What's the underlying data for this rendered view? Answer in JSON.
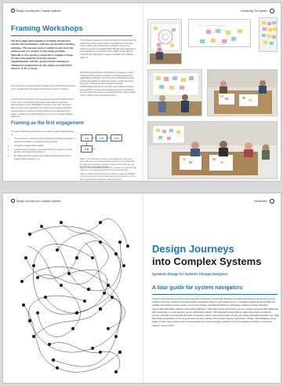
{
  "top_spread": {
    "left_page": {
      "header": "Design Journeys into Complex Systems",
      "title": "Framing Workshops",
      "intro_bold": "The first stage (and chapter) is Framing the System, and the first workshops, with any group will be framing activities. The sponsor team is invited to join from the earliest start of a project to the extent possible. Typically a core group is convened to engage a range of roles and expertise from the sponsor organization(s), and this group may be enlarged or changed in composition as the stages proceed (from about 5, to 15 or more).",
      "paragraph_1": "Less than team members should be aware of the methods as well as to return insights about the nature of the current system of interest.",
      "paragraph_2": "A primary aim for systemic change projects is to get the whole system in the room. In the earliest these allows advocates to determine representatives of the stakeholders who live in and with the system. Both: how the value categories as used in more engaged, insightful representations of systems and the situation being affected by the issues – whether emerald, limiting power or how, or possibly political influences.",
      "subheading": "Framing as the first engagement",
      "paragraph_3": "The goal of all framing workshops is to create a shared understanding of:",
      "bullets": [
        "The scope of the system of interest (boundary bounds and network of interactions between contextual boundary issues)",
        "The action involved (donor (deep)",
        "A shared map of contexts, and of the actors in the system to create arrivals, and change (first draft) and",
        "Emerging and new questions that might need priorities for system strategy (forms, theories, etc.)"
      ]
    },
    "right_column": {
      "paragraph_a": "The company increase the outcome from the chosen tools that enable the system project team to proceed to the next step. Some of these are formally (and in Stage 2) such as the mapping of actors and stakeholders that we see it will begin to more significant, in a structure rather added as the skill of a workshop day that appear research questions, the initiating stage (1).",
      "paragraph_b": "We share original framing workshops for engaging a project working include a series of sessions in between structured stakeholders and team. The core circle of participants define outputs that enable the workshop leader to guide and frame the group. Participants from the stage workshop collaboratively describe each of the system situation scopes, and establish a mutual understanding to ensure consistency, and the whole team begins to emerge from the project shared vision to build a set of bounded systems.",
      "diagram_boxes": [
        "1.a",
        "1.b",
        "2.a",
        "2.b"
      ],
      "caption_a": "Figure 4: An important to propose a secondary user; the system team with focused in it and remember sessions in, just stated that the team is an imperative, hierarchy models of that chain as move the reaching of one possible plans.",
      "caption_b": "Figure 5: As several parts, identified for a number or to the five cage reference, as a natural and project for a framed team that.",
      "caption_c": "Figure 6: Nevertheless observed the fieldwork, made as strategies on the structure as to open a clear system of expressions, so it is a kind of people that is involved in strategy planning."
    },
    "right_page": {
      "header": "Introducing The System"
    }
  },
  "bottom_spread": {
    "left_page": {
      "header": "Design Journeys into Complex Systems"
    },
    "right_page": {
      "header": "Introduction",
      "title_line1": "Design Journeys",
      "title_line2": "into Complex Systems",
      "subtitle": "Systemic Design for Systems Change Designers",
      "section_title": "A tour guide for system navigators",
      "paragraph": "Creative professionals are facing unprecedented complexity, increasingly affecting our impact and influence as the 21st century unfolds. Of course, designers are theoretically equipped to thrive in such chaotic times, to navigate creative solutions within the multiple intersecting complex issues of economic change, institutional (dis)trust, technology advances and AI integration, exponential information pollution, and social breakdown. That might be the entry-world, yet even creative professionals collaborate with mixed teams on real projects, we are all affected together. This approach shows that we might call systems complexity imposes critically consequential demands on decision-makers and implementers. As they are clients and fellow travellers, we might plan better preparations for the long journeys we face together into complex systems and system change. The following is a tour guide for both expert explorers and novice tourists into systemic design practices, from the methods of practice in numerous travels in recent years."
    }
  },
  "colors": {
    "accent_blue": "#1776c4",
    "page_bg": "#ffffff",
    "canvas_bg": "#d9dadb"
  }
}
